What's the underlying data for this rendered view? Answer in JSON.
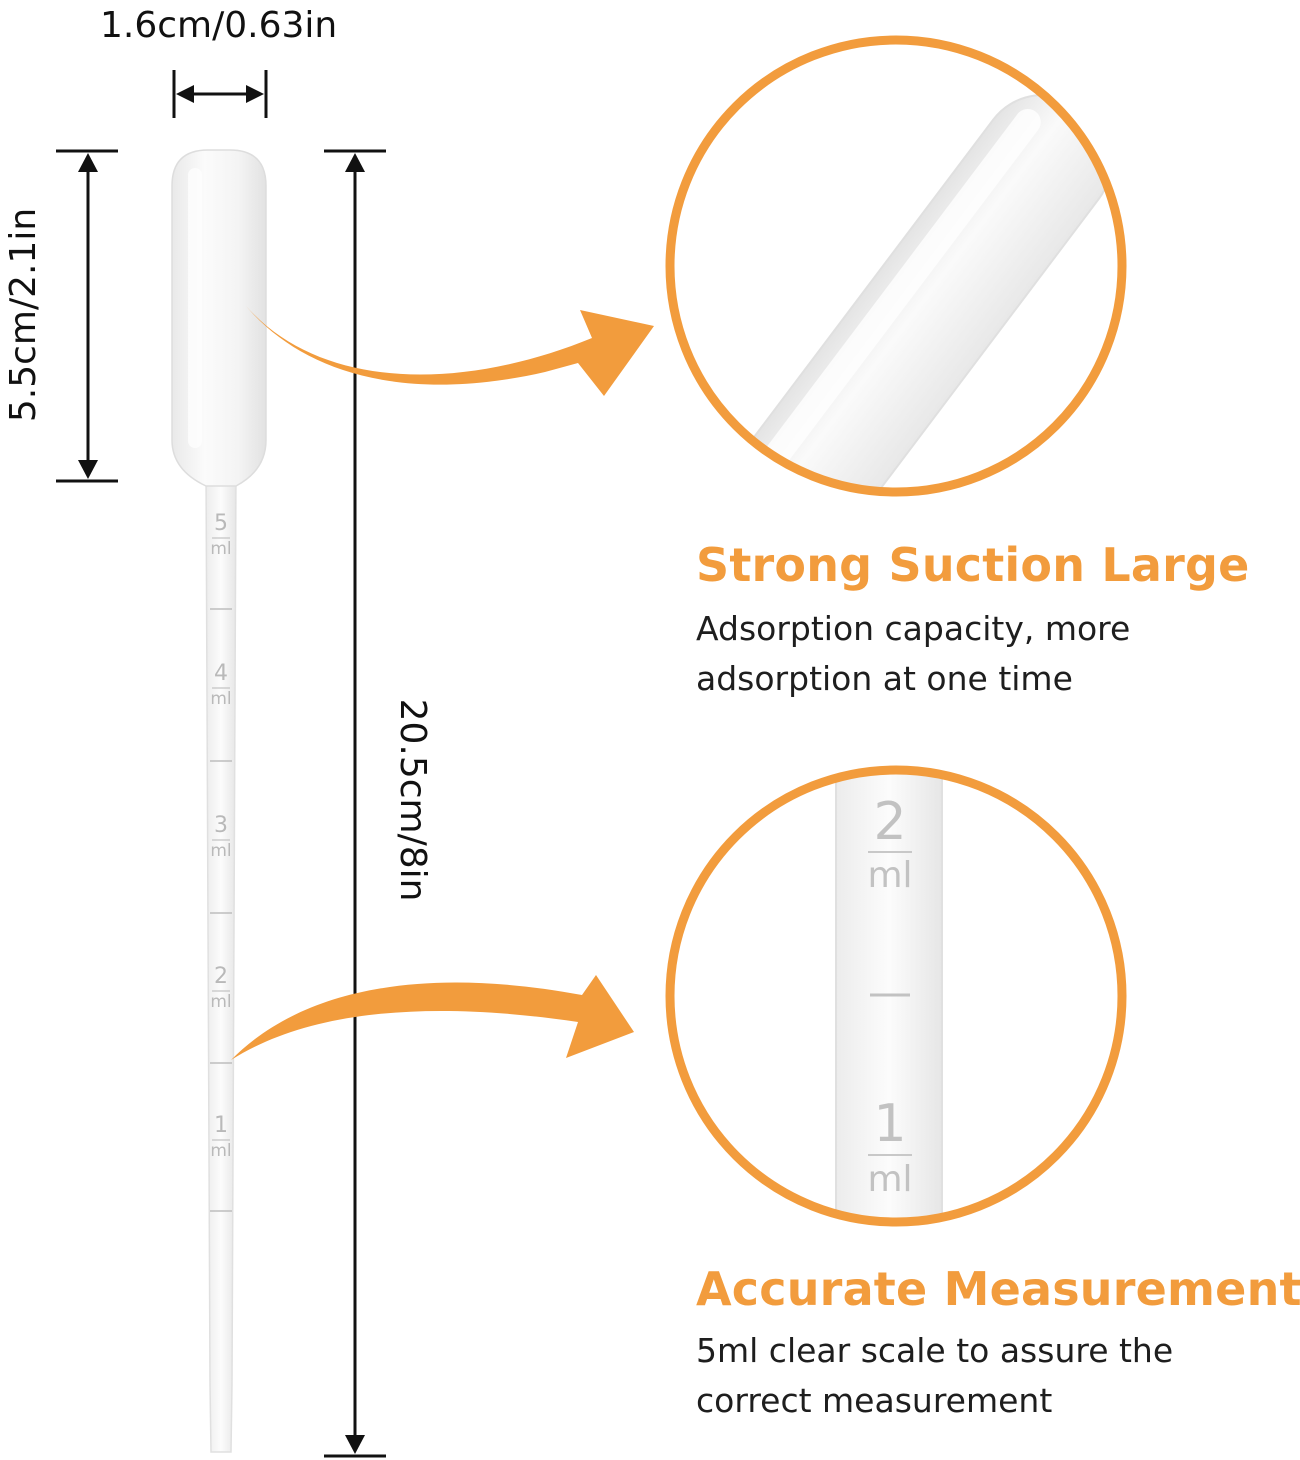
{
  "dimensions": {
    "width_label": "1.6cm/0.63in",
    "bulb_height_label": "5.5cm/2.1in",
    "total_length_label": "20.5cm/8in"
  },
  "pipette_scale": [
    {
      "num": "5",
      "unit": "ml"
    },
    {
      "num": "4",
      "unit": "ml"
    },
    {
      "num": "3",
      "unit": "ml"
    },
    {
      "num": "2",
      "unit": "ml"
    },
    {
      "num": "1",
      "unit": "ml"
    }
  ],
  "zoom_scale": [
    {
      "num": "2",
      "unit": "ml"
    },
    {
      "num": "1",
      "unit": "ml"
    }
  ],
  "features": [
    {
      "title": "Strong Suction Large",
      "description": "Adsorption capacity, more adsorption at one time"
    },
    {
      "title": "Accurate Measurement",
      "description": "5ml clear scale to assure the correct measurement"
    }
  ],
  "colors": {
    "accent": "#f29c3d",
    "text": "#1e1e1e",
    "scale": "#b9b9b9"
  }
}
